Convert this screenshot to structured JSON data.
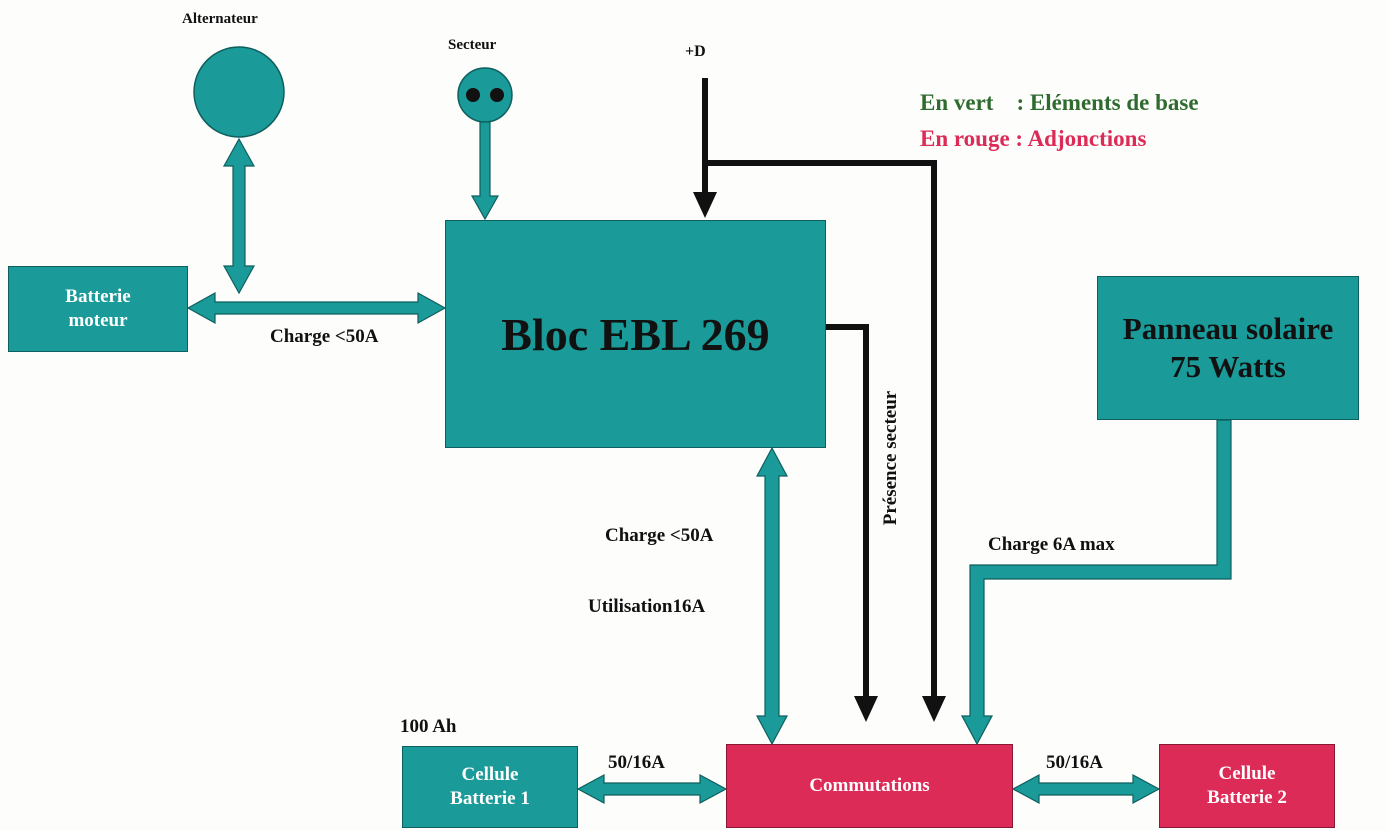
{
  "colors": {
    "teal": "#1a9a98",
    "red": "#dc2b57",
    "black": "#111111",
    "legend_green": "#2f6b2f",
    "legend_red": "#dc2b57"
  },
  "icons": {
    "alternateur": "circle",
    "secteur": "power-plug"
  },
  "labels": {
    "alternateur": "Alternateur",
    "secteur": "Secteur",
    "plus_d": "+D",
    "charge_50a_left": "Charge <50A",
    "charge_50a_mid": "Charge <50A",
    "utilisation": "Utilisation16A",
    "presence_secteur": "Présence secteur",
    "charge_6a": "Charge 6A max",
    "ah_100": "100 Ah",
    "ratio_left": "50/16A",
    "ratio_right": "50/16A"
  },
  "legend": {
    "green_line": "En vert    : Eléments de base",
    "red_line": "En rouge : Adjonctions"
  },
  "boxes": {
    "batterie_moteur": [
      "Batterie",
      "moteur"
    ],
    "bloc": "Bloc EBL 269",
    "panneau": [
      "Panneau solaire",
      "75 Watts"
    ],
    "cellule1": [
      "Cellule",
      "Batterie 1"
    ],
    "commutations": "Commutations",
    "cellule2": [
      "Cellule",
      "Batterie 2"
    ]
  }
}
